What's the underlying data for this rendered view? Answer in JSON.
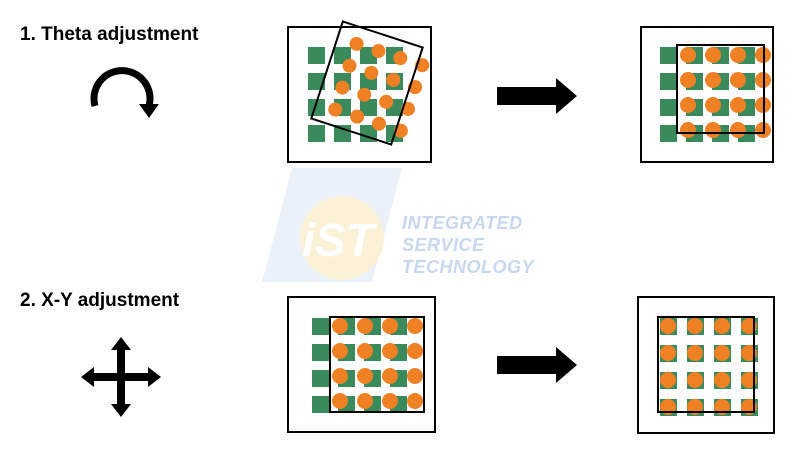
{
  "steps": [
    {
      "title": "1. Theta adjustment",
      "icon": "rotate-arrow-icon"
    },
    {
      "title": "2. X-Y adjustment",
      "icon": "four-way-arrow-icon"
    }
  ],
  "watermark": {
    "logo_text": "iST",
    "lines": [
      "INTEGRATED",
      "SERVICE",
      "TECHNOLOGY"
    ]
  },
  "colors": {
    "green_squares": "#3a8a5c",
    "orange_dots": "#f08024",
    "outline": "#000000",
    "watermark": "#c8d8ee"
  }
}
